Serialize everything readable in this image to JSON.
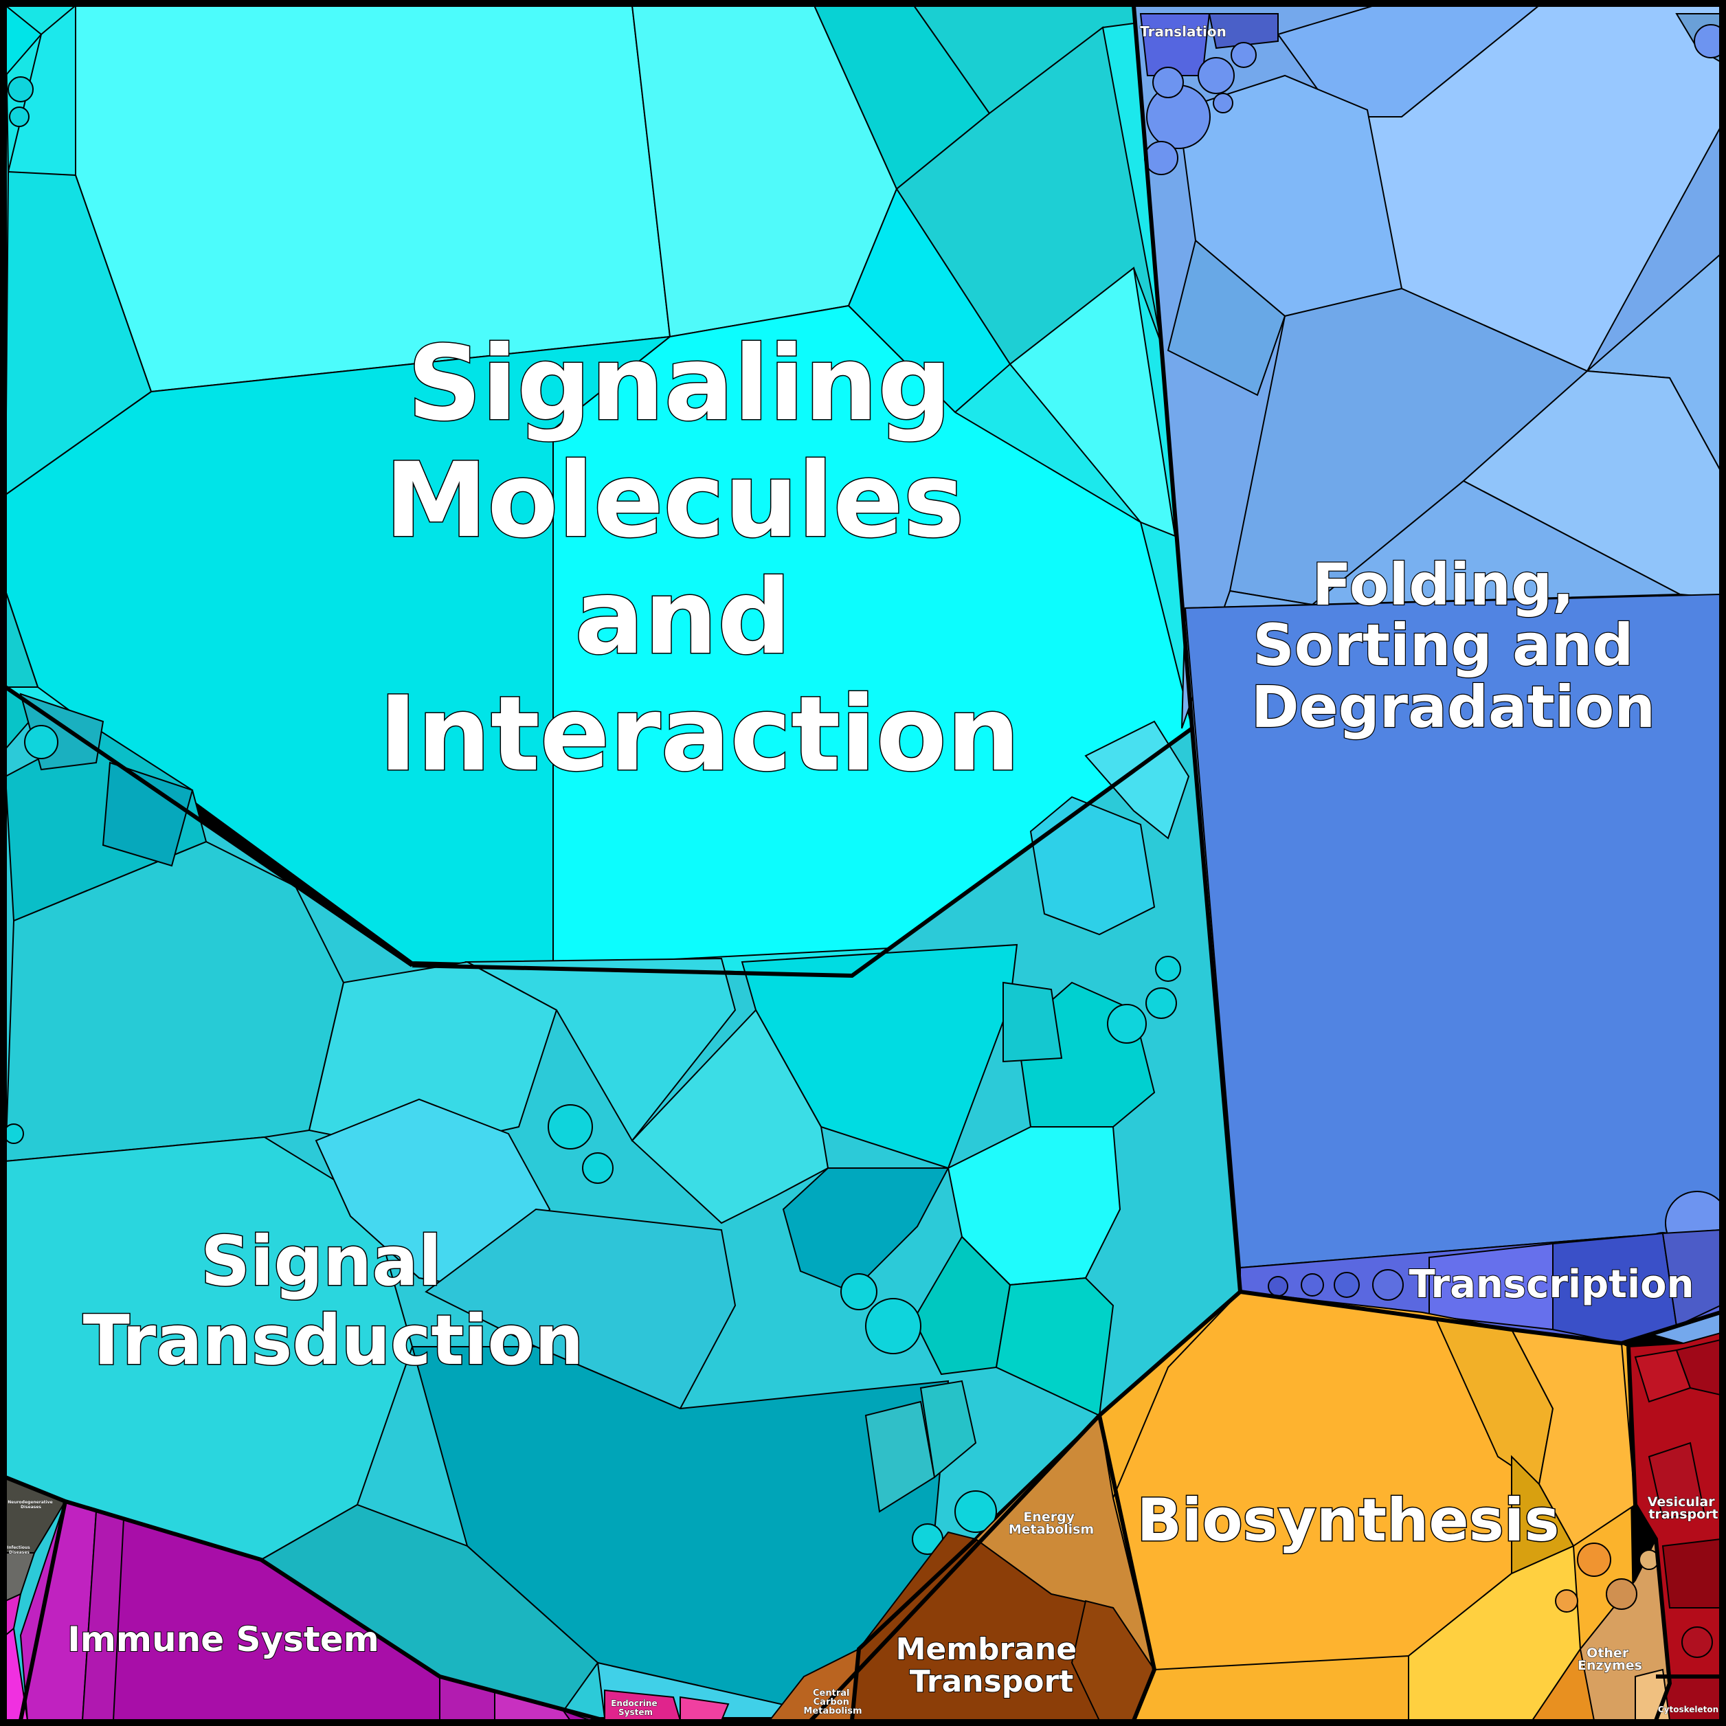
{
  "regions": [
    {
      "key": "signaling",
      "label_lines": [
        "Signaling",
        "Molecules",
        "and",
        "Interaction"
      ],
      "color": "#18e6ea"
    },
    {
      "key": "signal_transduction",
      "label_lines": [
        "Signal",
        "Transduction"
      ],
      "color": "#2fc8d8"
    },
    {
      "key": "folding",
      "label_lines": [
        "Folding,",
        "Sorting and",
        "Degradation"
      ],
      "color": "#5a88e4"
    },
    {
      "key": "translation",
      "label_lines": [
        "Translation"
      ],
      "color": "#6a7cf0"
    },
    {
      "key": "transcription",
      "label_lines": [
        "Transcription"
      ],
      "color": "#4d5fd8"
    },
    {
      "key": "biosynthesis",
      "label_lines": [
        "Biosynthesis"
      ],
      "color": "#fbb02c"
    },
    {
      "key": "energy_metabolism",
      "label_lines": [
        "Energy",
        "Metabolism"
      ],
      "color": "#c98634"
    },
    {
      "key": "membrane_transport",
      "label_lines": [
        "Membrane",
        "Transport"
      ],
      "color": "#8b3f08"
    },
    {
      "key": "central_carbon",
      "label_lines": [
        "Central",
        "Carbon",
        "Metabolism"
      ],
      "color": "#b86420"
    },
    {
      "key": "immune_system",
      "label_lines": [
        "Immune System"
      ],
      "color": "#a80ea8"
    },
    {
      "key": "endocrine_system",
      "label_lines": [
        "Endocrine",
        "System"
      ],
      "color": "#e0248c"
    },
    {
      "key": "vesicular_transport",
      "label_lines": [
        "Vesicular",
        "transport"
      ],
      "color": "#b0101c"
    },
    {
      "key": "cytoskeleton",
      "label_lines": [
        "Cytoskeleton"
      ],
      "color": "#a00818"
    },
    {
      "key": "other_enzymes",
      "label_lines": [
        "Other",
        "Enzymes"
      ],
      "color": "#d8a060"
    },
    {
      "key": "neurodegenerative",
      "label_lines": [
        "Neurodegenerative",
        "Diseases"
      ],
      "color": "#4a4a42"
    },
    {
      "key": "infectious",
      "label_lines": [
        "Infectious",
        "Diseases"
      ],
      "color": "#6a6a66"
    }
  ]
}
